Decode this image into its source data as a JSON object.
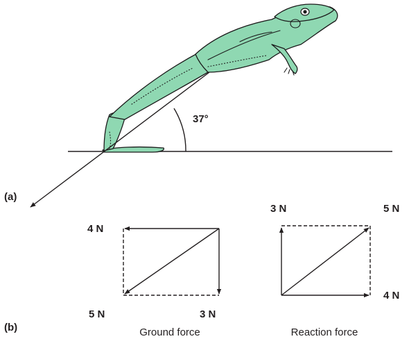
{
  "angle_label": "37°",
  "part_labels": {
    "a": "(a)",
    "b": "(b)"
  },
  "ground_force": {
    "caption": "Ground force",
    "horizontal_label": "4 N",
    "vertical_label": "3 N",
    "resultant_label": "5 N"
  },
  "reaction_force": {
    "caption": "Reaction force",
    "vertical_label": "3 N",
    "horizontal_label": "4 N",
    "resultant_label": "5 N"
  },
  "colors": {
    "frog": "#8fd8b2",
    "ink": "#231f20"
  }
}
